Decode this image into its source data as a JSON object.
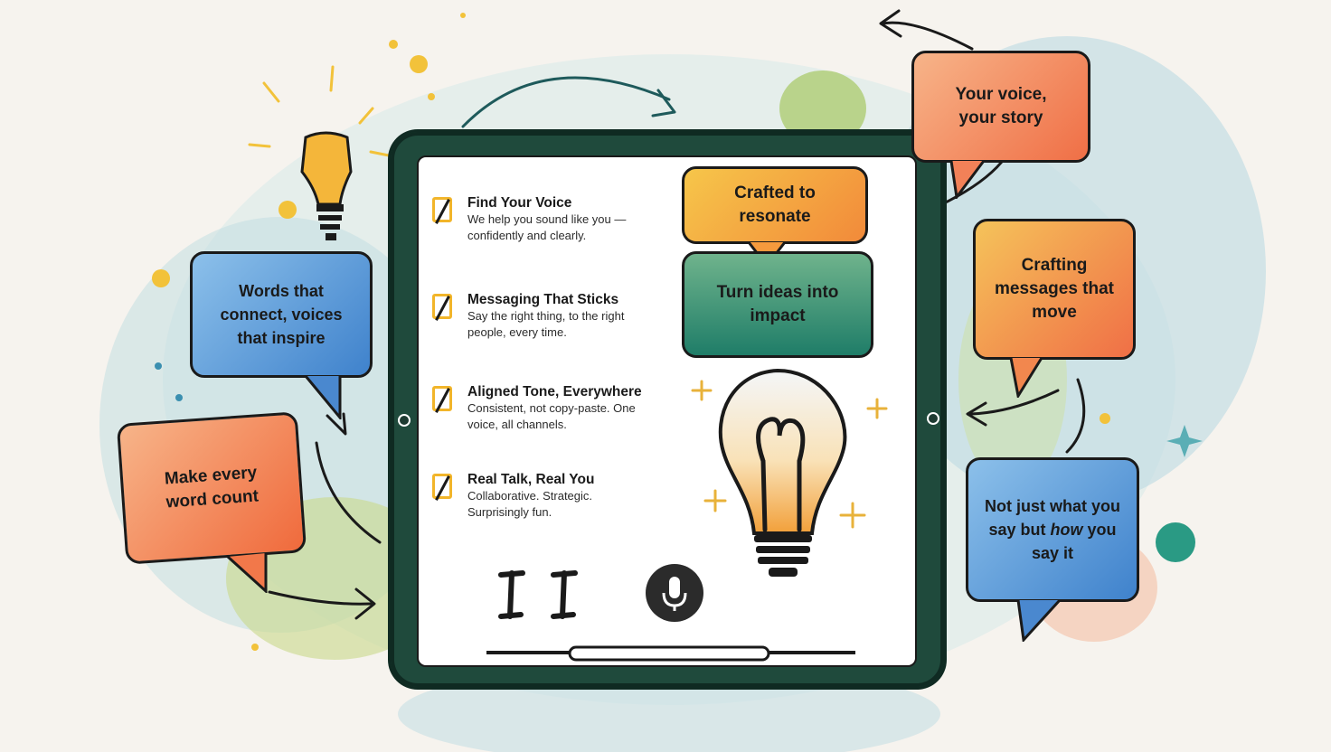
{
  "features": [
    {
      "title": "Find Your Voice",
      "desc": "We help you sound like you — confidently and clearly."
    },
    {
      "title": "Messaging That Sticks",
      "desc": "Say the right thing, to the right people, every time."
    },
    {
      "title": "Aligned Tone, Everywhere",
      "desc": "Consistent, not copy-paste. One voice, all channels."
    },
    {
      "title": "Real Talk, Real You",
      "desc": "Collaborative. Strategic. Surprisingly fun."
    }
  ],
  "bubbles": {
    "crafted": "Crafted to resonate",
    "turn_ideas": "Turn ideas into impact",
    "your_voice": "Your voice, your story",
    "crafting_messages": "Crafting messages that move",
    "not_just_pre": "Not just what you say but",
    "not_just_em": "how",
    "not_just_post": "you say it",
    "words_connect": "Words that connect, voices that inspire",
    "make_every": "Make every word count"
  },
  "colors": {
    "tablet_frame": "#1f4a3c",
    "checkbox": "#f2b52a",
    "orange": "#f3894c",
    "yellow_orange": "#f6b13f",
    "teal": "#2f8f75",
    "blue": "#4f8fd4"
  },
  "icons": [
    "lightbulb-icon",
    "microphone-icon",
    "sparkle-icon",
    "checkbox-icon",
    "arrow-icon"
  ]
}
